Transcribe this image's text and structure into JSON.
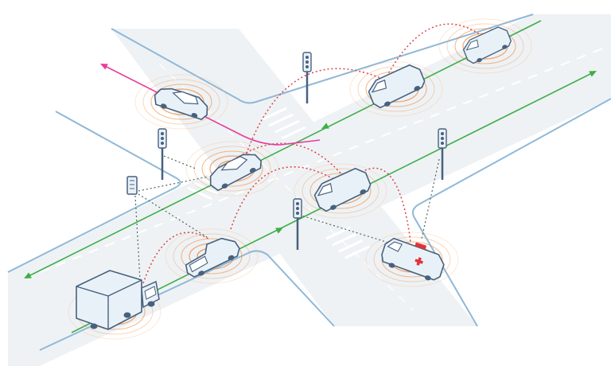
{
  "colors": {
    "road_fill": "#eef2f5",
    "road_edge": "#8fb8d8",
    "lane_line": "#ffffff",
    "crosswalk": "#ffffff",
    "green_route": "#3fae49",
    "magenta_route": "#e83e9c",
    "v2v_link": "#d8464a",
    "v2i_link": "#4a6a5e",
    "signal_ring": "#f08a3c",
    "vehicle_fill": "#e9f1f8",
    "vehicle_stroke": "#47617e",
    "ambulance_cross": "#e2323a"
  },
  "vehicles": [
    {
      "id": "car-top-left",
      "kind": "sedan"
    },
    {
      "id": "van-top-center",
      "kind": "van"
    },
    {
      "id": "suv-top-right",
      "kind": "suv"
    },
    {
      "id": "car-center-left",
      "kind": "sedan"
    },
    {
      "id": "van-center",
      "kind": "van"
    },
    {
      "id": "pickup-lower",
      "kind": "pickup"
    },
    {
      "id": "box-truck",
      "kind": "truck"
    },
    {
      "id": "ambulance",
      "kind": "ambulance"
    }
  ],
  "infrastructure": [
    {
      "id": "traffic-light-top",
      "kind": "traffic-light"
    },
    {
      "id": "traffic-light-left",
      "kind": "traffic-light"
    },
    {
      "id": "traffic-light-right",
      "kind": "traffic-light"
    },
    {
      "id": "traffic-light-center",
      "kind": "traffic-light"
    },
    {
      "id": "roadside-unit",
      "kind": "roadside-unit"
    }
  ],
  "icons": [
    "car-icon",
    "van-icon",
    "truck-icon",
    "ambulance-icon",
    "traffic-light-icon",
    "roadside-unit-icon",
    "signal-rings-icon",
    "direction-arrow-icon"
  ]
}
